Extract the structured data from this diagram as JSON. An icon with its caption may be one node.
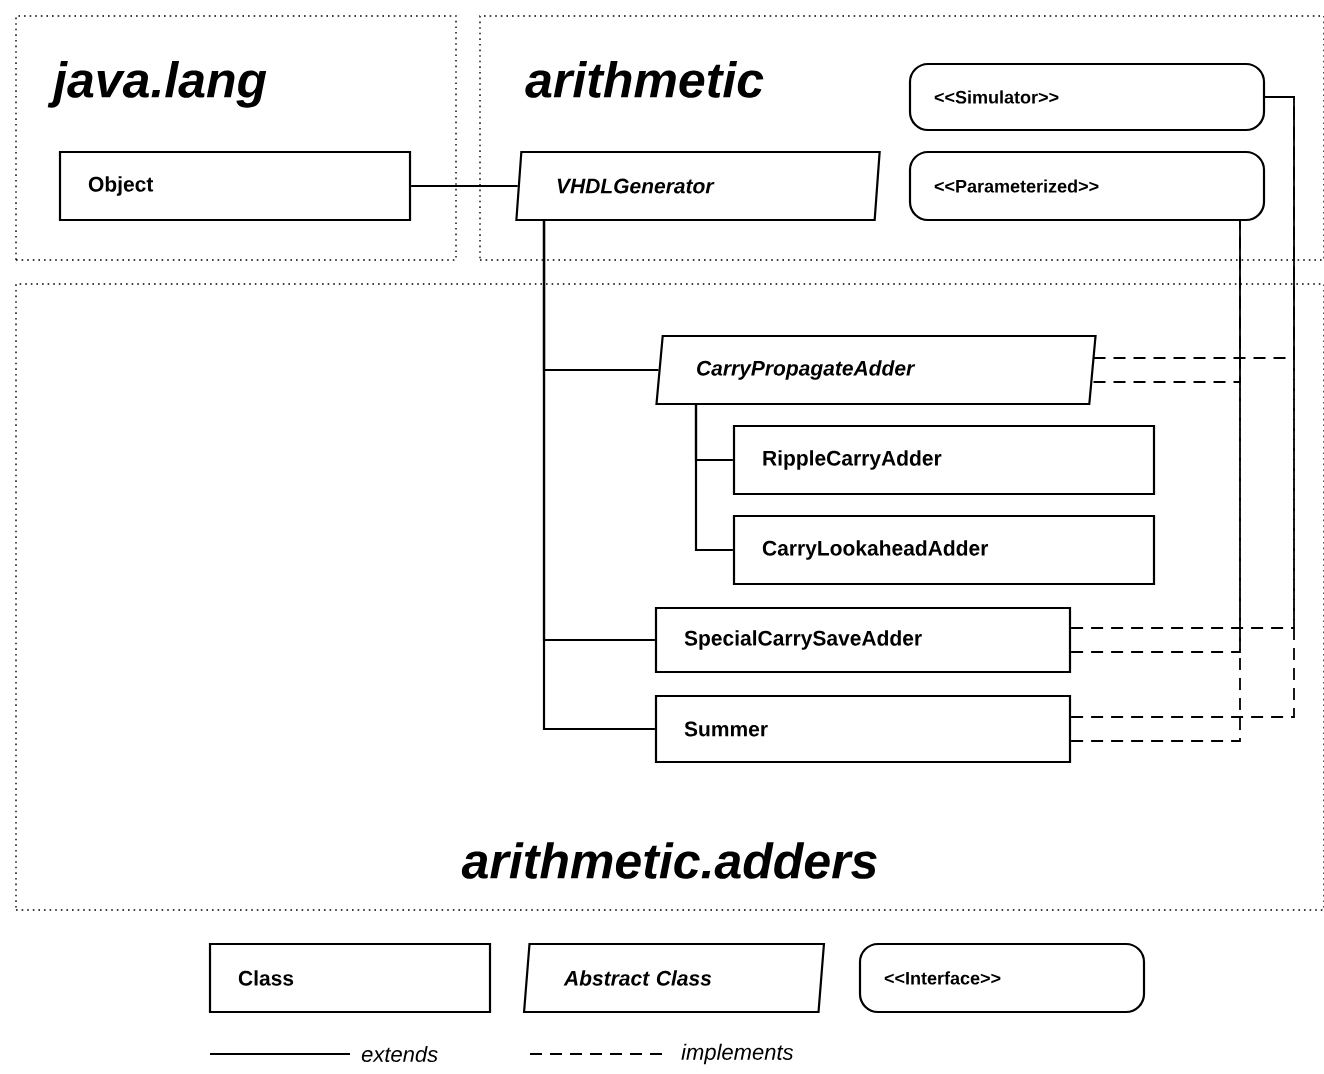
{
  "diagram": {
    "nodes": [
      {
        "text": [
          "java.lang"
        ]
      },
      {
        "text": [
          "Object"
        ],
        "in": 0
      },
      {
        "text": [
          "arithmetic"
        ]
      },
      {
        "text": [
          "VHDLGenerator"
        ],
        "in": 2
      },
      {
        "text": [
          "<<Simulator>>"
        ],
        "in": 2
      },
      {
        "text": [
          "<<Parameterized>>"
        ],
        "in": 2
      },
      {
        "text": [
          "arithmetic.adders"
        ]
      },
      {
        "text": [
          "CarryPropagateAdder"
        ],
        "in": 6
      },
      {
        "text": [
          "RippleCarryAdder"
        ],
        "in": 6
      },
      {
        "text": [
          "CarryLookaheadAdder"
        ],
        "in": 6
      },
      {
        "text": [
          "SpecialCarrySaveAdder"
        ],
        "in": 6
      },
      {
        "text": [
          "Summer"
        ],
        "in": 6
      },
      {
        "text": [
          "Class"
        ]
      },
      {
        "text": [
          "Abstract Class"
        ]
      },
      {
        "text": [
          "<<Interface>>"
        ]
      }
    ],
    "edges": [
      {
        "from": 3,
        "to": 1,
        "arrow": "none"
      },
      {
        "from": 7,
        "to": 3,
        "arrow": "none"
      },
      {
        "from": 10,
        "to": 3,
        "arrow": "none"
      },
      {
        "from": 11,
        "to": 3,
        "arrow": "none"
      },
      {
        "from": 8,
        "to": 7,
        "arrow": "none"
      },
      {
        "from": 9,
        "to": 7,
        "arrow": "none"
      },
      {
        "from": 7,
        "to": 4,
        "arrow": "none",
        "style": "dashed"
      },
      {
        "from": 7,
        "to": 5,
        "arrow": "none",
        "style": "dashed"
      },
      {
        "from": 10,
        "to": 4,
        "arrow": "none",
        "style": "dashed"
      },
      {
        "from": 10,
        "to": 5,
        "arrow": "none",
        "style": "dashed"
      },
      {
        "from": 11,
        "to": 4,
        "arrow": "none",
        "style": "dashed"
      },
      {
        "from": 11,
        "to": 5,
        "arrow": "none",
        "style": "dashed"
      }
    ],
    "legend": [
      {
        "text": "extends"
      },
      {
        "text": "implements"
      }
    ]
  }
}
